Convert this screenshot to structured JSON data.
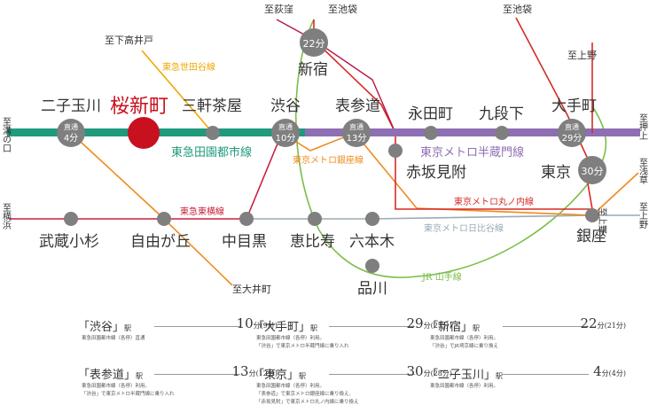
{
  "colors": {
    "den_en_toshi": "#1f9a7d",
    "hanzomon": "#8e6fb3",
    "toyoko": "#c8203a",
    "ginza": "#f08a1d",
    "marunouchi": "#d62a26",
    "hibiya": "#9aabb3",
    "yamanote": "#7cbd4a",
    "setagaya": "#f0a800",
    "oedo": "#b4194a",
    "station_dot": "#7f7f7f",
    "home_station": "#c8101e"
  },
  "directions": {
    "to_ogikubo": "至荻窪",
    "to_ikebukuro_1": "至池袋",
    "to_ikebukuro_2": "至池袋",
    "to_shimotakaido": "至下高井戸",
    "to_mizonokuchi": "至溝の口",
    "to_oshiage": "至押上",
    "to_asakusa": "至浅草",
    "to_yokohama": "至横浜",
    "to_ueno_1": "至上野",
    "to_ueno_2": "至上野",
    "to_oimachi": "至大井町"
  },
  "stations": {
    "futako": "二子玉川",
    "sakurashinmachi": "桜新町",
    "sangenjaya": "三軒茶屋",
    "shibuya": "渋谷",
    "omotesando": "表参道",
    "nagatacho": "永田町",
    "kudanshita": "九段下",
    "otemachi": "大手町",
    "shinjuku": "新宿",
    "akasakamitsuke": "赤坂見附",
    "tokyo": "東京",
    "musashikosugi": "武蔵小杉",
    "jiyugaoka": "自由が丘",
    "nakameguro": "中目黒",
    "ebisu": "恵比寿",
    "roppongi": "六本木",
    "shinagawa": "品川",
    "ginza": "銀座"
  },
  "badges": {
    "futako_top": "直通",
    "futako_time": "4分",
    "shinjuku_time": "22分",
    "shibuya_top": "直通",
    "shibuya_time": "10分",
    "omotesando_top": "直通",
    "omotesando_time": "13分",
    "otemachi_top": "直通",
    "otemachi_time": "29分",
    "tokyo_time": "30分"
  },
  "lines": {
    "setagaya": "東急世田谷線",
    "den_en_toshi": "東急田園都市線",
    "hanzomon": "東京メトロ半蔵門線",
    "ginza": "東京メトロ銀座線",
    "marunouchi": "東京メトロ丸ノ内線",
    "toyoko": "東急東横線",
    "hibiya": "東京メトロ日比谷線",
    "yamanote": "JR 山手線"
  },
  "travel_times": [
    {
      "station": "渋谷",
      "suffix": "駅",
      "time": "10",
      "unit": "分",
      "alt": "(9分)",
      "note": [
        "東急田園都市線（各停）直通"
      ]
    },
    {
      "station": "大手町",
      "suffix": "駅",
      "time": "29",
      "unit": "分",
      "alt": "(27分)",
      "note": [
        "東急田園都市線（各停）利用。",
        "「渋谷」で東京メトロ半蔵門線に乗り入れ"
      ]
    },
    {
      "station": "新宿",
      "suffix": "駅",
      "time": "22",
      "unit": "分",
      "alt": "(21分)",
      "note": [
        "東急田園都市線（各停）利用。",
        "「渋谷」でJR埼京線に乗り換え"
      ]
    },
    {
      "station": "表参道",
      "suffix": "駅",
      "time": "13",
      "unit": "分",
      "alt": "(12分)",
      "note": [
        "東急田園都市線（各停）利用。",
        "「渋谷」で東京メトロ半蔵門線に乗り入れ"
      ]
    },
    {
      "station": "東京",
      "suffix": "駅",
      "time": "30",
      "unit": "分",
      "alt": "(28分)",
      "note": [
        "東急田園都市線（各停）利用。",
        "「表参道」で東京メトロ銀座線に乗り換え、",
        "「赤坂見附」で東京メトロ丸ノ内線に乗り換え"
      ]
    },
    {
      "station": "二子玉川",
      "suffix": "駅",
      "time": "4",
      "unit": "分",
      "alt": "(4分)",
      "note": [
        "東急田園都市線（各停）利用。"
      ]
    }
  ]
}
